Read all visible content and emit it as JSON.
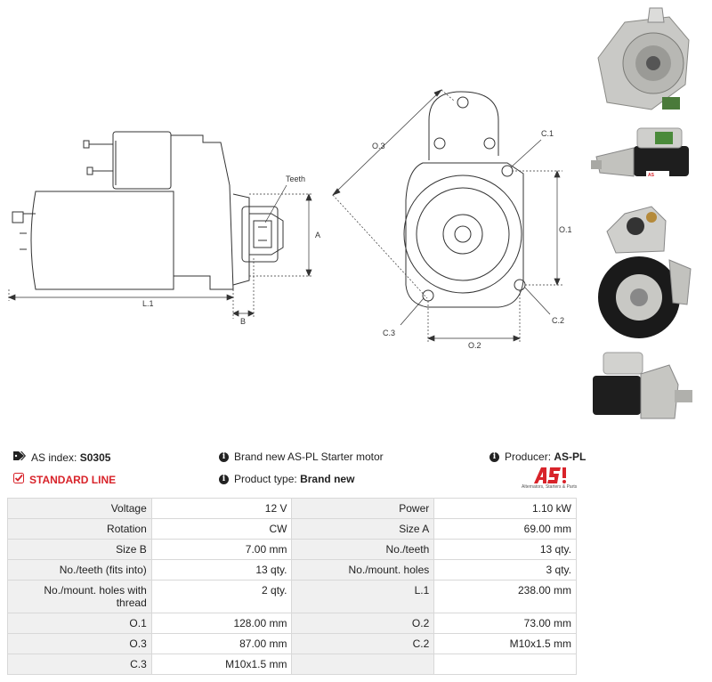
{
  "diagram_labels": {
    "teeth": "Teeth",
    "a": "A",
    "b": "B",
    "l1": "L.1",
    "o1": "O.1",
    "o2": "O.2",
    "o3": "O.3",
    "c1": "C.1",
    "c2": "C.2",
    "c3": "C.3"
  },
  "info": {
    "as_index_label": "AS index:",
    "as_index_value": "S0305",
    "line": "STANDARD LINE",
    "description": "Brand new AS-PL Starter motor",
    "product_type_label": "Product type:",
    "product_type_value": "Brand new",
    "producer_label": "Producer:",
    "producer_value": "AS-PL",
    "logo_text": "AS",
    "logo_tagline": "Alternators, Starters & Parts"
  },
  "colors": {
    "accent_red": "#d8232a",
    "label_bg": "#f0f0f0",
    "border": "#d8d8d8"
  },
  "specs": [
    [
      "Voltage",
      "12 V",
      "Power",
      "1.10 kW"
    ],
    [
      "Rotation",
      "CW",
      "Size A",
      "69.00 mm"
    ],
    [
      "Size B",
      "7.00 mm",
      "No./teeth",
      "13 qty."
    ],
    [
      "No./teeth (fits into)",
      "13 qty.",
      "No./mount. holes",
      "3 qty."
    ],
    [
      "No./mount. holes with thread",
      "2 qty.",
      "L.1",
      "238.00 mm"
    ],
    [
      "O.1",
      "128.00 mm",
      "O.2",
      "73.00 mm"
    ],
    [
      "O.3",
      "87.00 mm",
      "C.2",
      "M10x1.5 mm"
    ],
    [
      "C.3",
      "M10x1.5 mm",
      "",
      ""
    ]
  ]
}
